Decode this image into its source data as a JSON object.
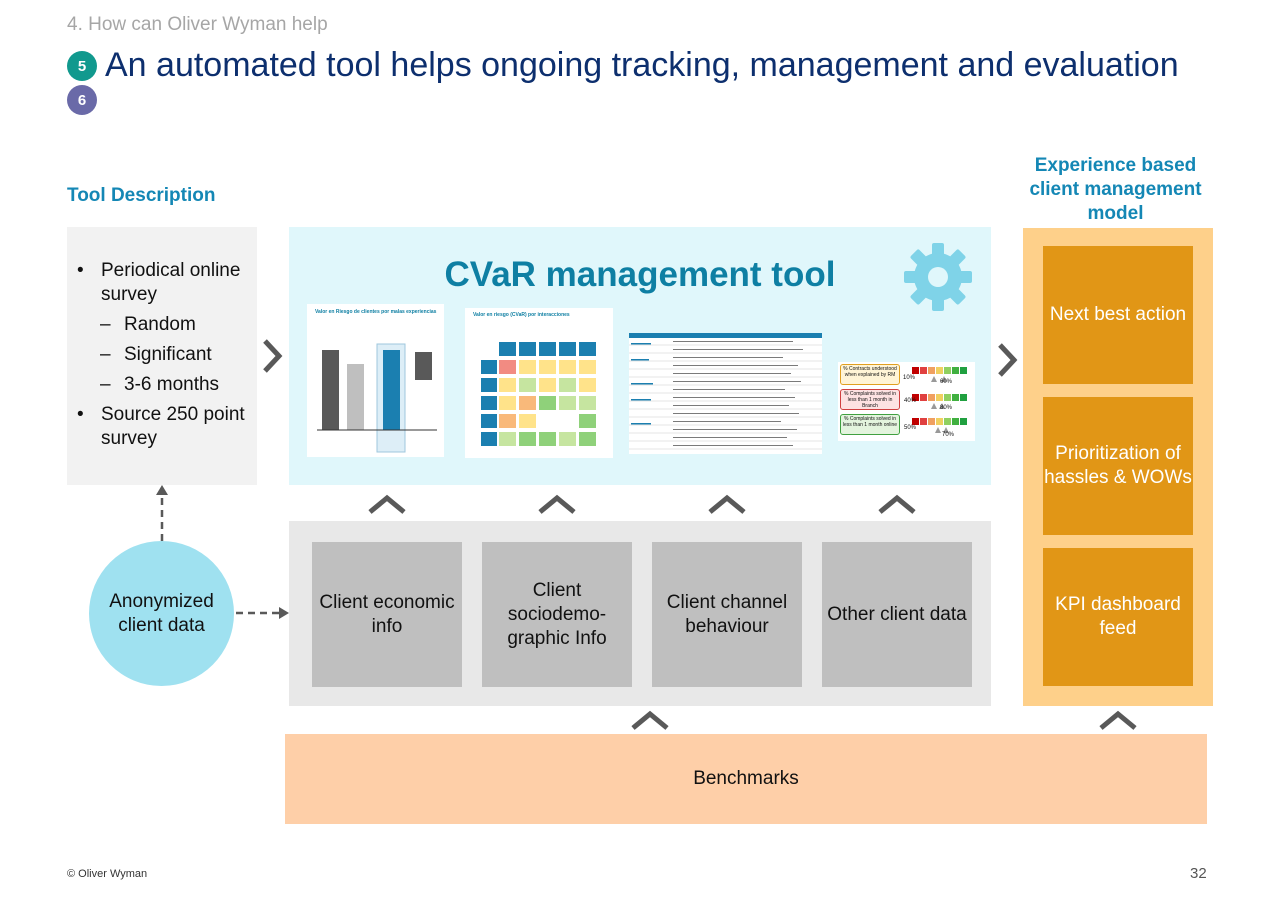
{
  "header": {
    "section": "4. How can Oliver Wyman help",
    "badges": [
      "5",
      "6"
    ],
    "title": "An automated tool helps ongoing tracking, management and evaluation"
  },
  "tool_description": {
    "heading": "Tool Description",
    "bullets": [
      {
        "text": "Periodical online survey",
        "sub": [
          "Random",
          "Significant",
          "3-6 months"
        ]
      },
      {
        "text": "Source 250 point survey",
        "sub": []
      }
    ]
  },
  "cvar_tool": {
    "title": "CVaR management tool",
    "thumb1": {
      "title": "Valor en Riesgo de clientes por malas experiencias"
    },
    "thumb2": {
      "title": "Valor en riesgo (CVaR) por interacciones"
    },
    "thumb4": {
      "labels": [
        "% Contracts understood when explained by RM",
        "% Complaints solved in less than 1 month in Branch",
        "% Complaints solved in less than 1 month online"
      ],
      "values": [
        "10%",
        "40%",
        "50%"
      ],
      "targets": [
        "60%",
        "80%",
        "70%"
      ]
    }
  },
  "inputs": [
    "Client economic info",
    "Client sociodemo-graphic Info",
    "Client channel behaviour",
    "Other client data"
  ],
  "anonymized": "Anonymized client data",
  "model": {
    "heading": "Experience based client management model",
    "items": [
      "Next best action",
      "Prioritization of hassles & WOWs",
      "KPI dashboard feed"
    ]
  },
  "benchmarks": "Benchmarks",
  "footer": {
    "copyright": "© Oliver Wyman",
    "page": "32"
  },
  "colors": {
    "title": "#0d2f6e",
    "accent": "#1487b5",
    "cvar_bg": "#e0f7fb",
    "orange": "#e19616",
    "model_bg": "#fed08a",
    "bench_bg": "#fecfa8",
    "anon": "#9fe1f0"
  }
}
